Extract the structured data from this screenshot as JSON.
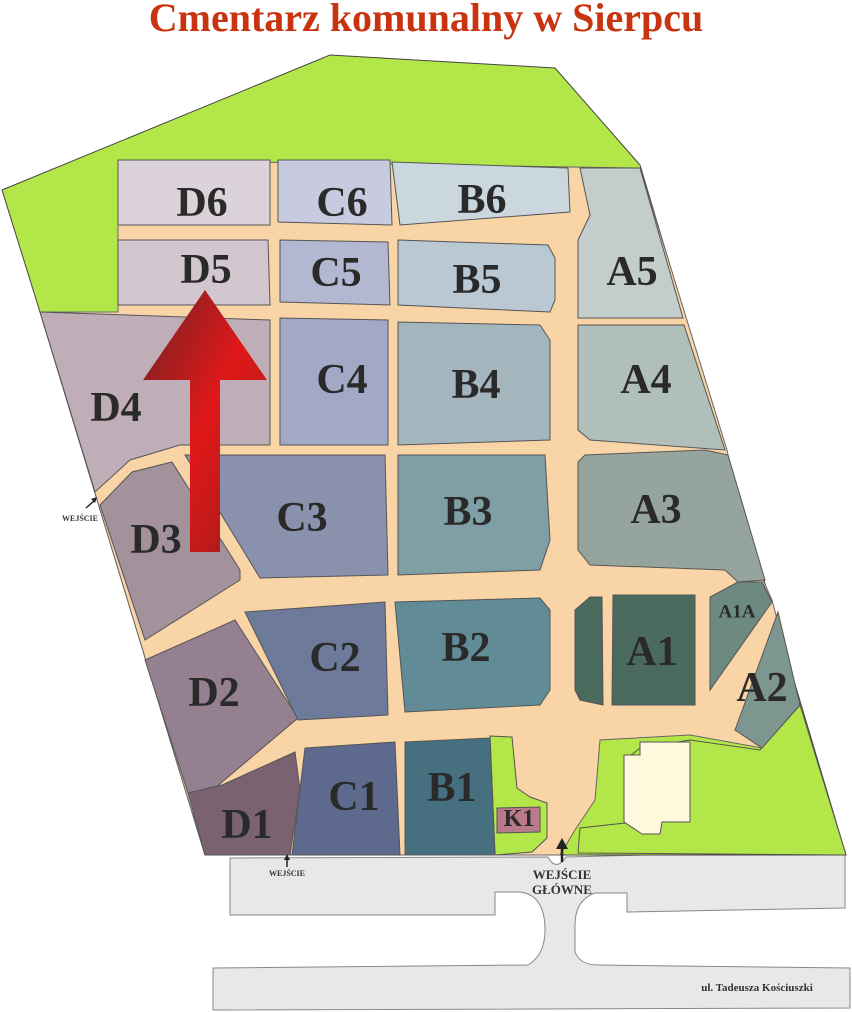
{
  "title": "Cmentarz komunalny w Sierpcu",
  "sections": {
    "D6": "D6",
    "C6": "C6",
    "B6": "B6",
    "D5": "D5",
    "C5": "C5",
    "B5": "B5",
    "A5": "A5",
    "D4": "D4",
    "C4": "C4",
    "B4": "B4",
    "A4": "A4",
    "D3": "D3",
    "C3": "C3",
    "B3": "B3",
    "A3": "A3",
    "D2": "D2",
    "C2": "C2",
    "B2": "B2",
    "A1": "A1",
    "A1A": "A1A",
    "A2": "A2",
    "D1": "D1",
    "C1": "C1",
    "B1": "B1",
    "K1": "K1"
  },
  "entrances": {
    "west": "WEJŚCIE",
    "south": "WEJŚCIE",
    "main_line1": "WEJŚCIE",
    "main_line2": "GŁÓWNE"
  },
  "street": "ul. Tadeusza Kościuszki",
  "colors": {
    "title": "#c8340f",
    "green": "#b3e648",
    "road": "#f9d4a6",
    "street": "#e8e8e8",
    "arrow": "#d41a1a"
  }
}
